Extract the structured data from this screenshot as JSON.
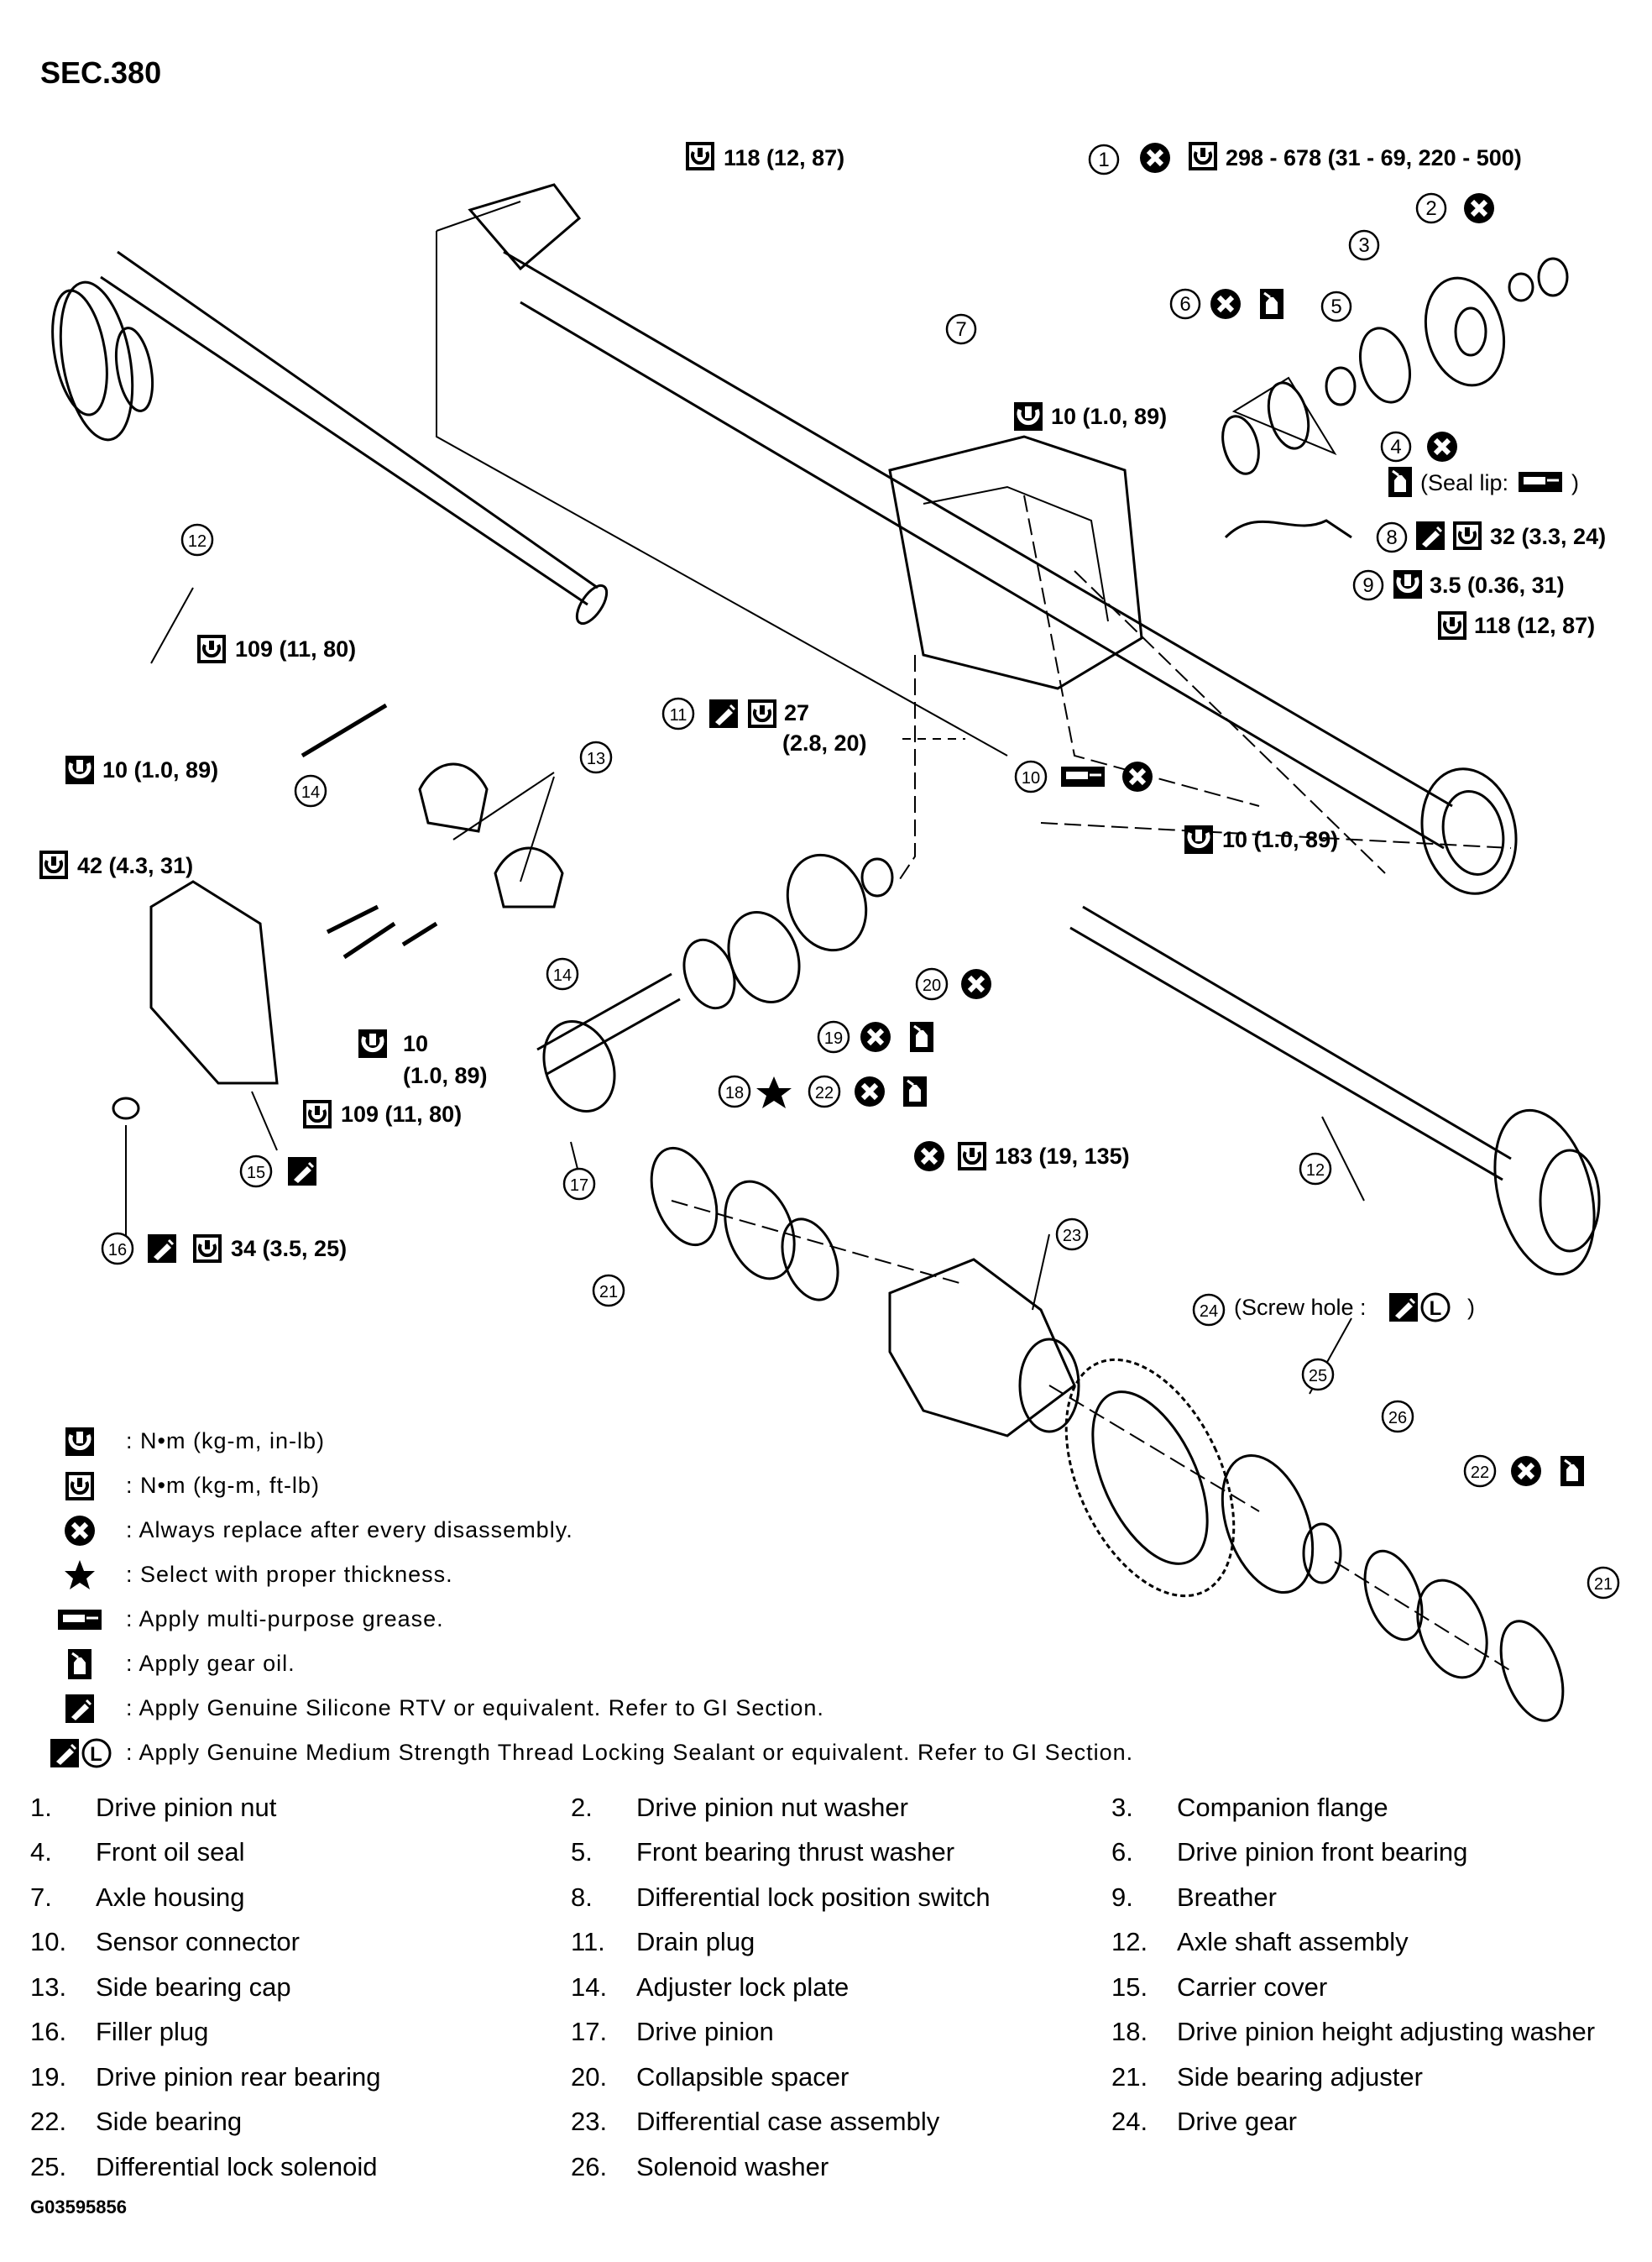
{
  "section": "SEC.380",
  "figure_id": "G03595856",
  "callouts": {
    "c1_torque": "298 - 678 (31 - 69, 220 - 500)",
    "top_nut_torque": "118 (12, 87)",
    "c4_note": "(Seal lip:",
    "c4_note_close": ")",
    "breather_bolt_torque": "10 (1.0, 89)",
    "c8_torque": "32 (3.3, 24)",
    "c9_torque": "3.5 (0.36, 31)",
    "right_nut_torque": "118 (12, 87)",
    "c11_torque_a": "27",
    "c11_torque_b": "(2.8, 20)",
    "cap_bolt_torque": "109 (11, 80)",
    "lock_bolt_torque": "10 (1.0, 89)",
    "cover_bolt_torque": "42 (4.3, 31)",
    "lock_bolt2_torque_a": "10",
    "lock_bolt2_torque_b": "(1.0, 89)",
    "cap_bolt2_torque": "109 (11, 80)",
    "c16_torque": "34 (3.5, 25)",
    "sensor_bolt_torque": "10 (1.0, 89)",
    "case_bolt_torque": "183 (19, 135)",
    "c24_note_a": "(Screw hole :",
    "c24_note_b": ")"
  },
  "legend": [
    {
      "icon": "torque-wrench-in-lb-icon",
      "text": ": N•m (kg-m, in-lb)"
    },
    {
      "icon": "torque-wrench-ft-lb-icon",
      "text": ": N•m (kg-m, ft-lb)"
    },
    {
      "icon": "replace-x-icon",
      "text": ": Always replace after every disassembly."
    },
    {
      "icon": "star-icon",
      "text": ": Select with proper thickness."
    },
    {
      "icon": "grease-gun-icon",
      "text": ": Apply multi-purpose grease."
    },
    {
      "icon": "oil-can-icon",
      "text": ": Apply gear oil."
    },
    {
      "icon": "sealant-tube-icon",
      "text": ": Apply Genuine Silicone RTV or equivalent. Refer to GI Section."
    },
    {
      "icon": "thread-lock-icon",
      "text": ": Apply Genuine Medium Strength Thread Locking Sealant or equivalent. Refer to GI Section."
    }
  ],
  "parts": [
    {
      "num": "1.",
      "name": "Drive pinion nut"
    },
    {
      "num": "2.",
      "name": "Drive pinion nut washer"
    },
    {
      "num": "3.",
      "name": "Companion flange"
    },
    {
      "num": "4.",
      "name": "Front oil seal"
    },
    {
      "num": "5.",
      "name": "Front bearing thrust washer"
    },
    {
      "num": "6.",
      "name": "Drive pinion front bearing"
    },
    {
      "num": "7.",
      "name": "Axle housing"
    },
    {
      "num": "8.",
      "name": "Differential lock position switch"
    },
    {
      "num": "9.",
      "name": "Breather"
    },
    {
      "num": "10.",
      "name": "Sensor connector"
    },
    {
      "num": "11.",
      "name": "Drain plug"
    },
    {
      "num": "12.",
      "name": "Axle shaft assembly"
    },
    {
      "num": "13.",
      "name": "Side bearing cap"
    },
    {
      "num": "14.",
      "name": "Adjuster lock plate"
    },
    {
      "num": "15.",
      "name": "Carrier cover"
    },
    {
      "num": "16.",
      "name": "Filler plug"
    },
    {
      "num": "17.",
      "name": "Drive pinion"
    },
    {
      "num": "18.",
      "name": "Drive pinion height adjusting washer"
    },
    {
      "num": "19.",
      "name": "Drive pinion rear bearing"
    },
    {
      "num": "20.",
      "name": "Collapsible spacer"
    },
    {
      "num": "21.",
      "name": "Side bearing adjuster"
    },
    {
      "num": "22.",
      "name": "Side bearing"
    },
    {
      "num": "23.",
      "name": "Differential case assembly"
    },
    {
      "num": "24.",
      "name": "Drive gear"
    },
    {
      "num": "25.",
      "name": "Differential lock solenoid"
    },
    {
      "num": "26.",
      "name": "Solenoid washer"
    }
  ]
}
